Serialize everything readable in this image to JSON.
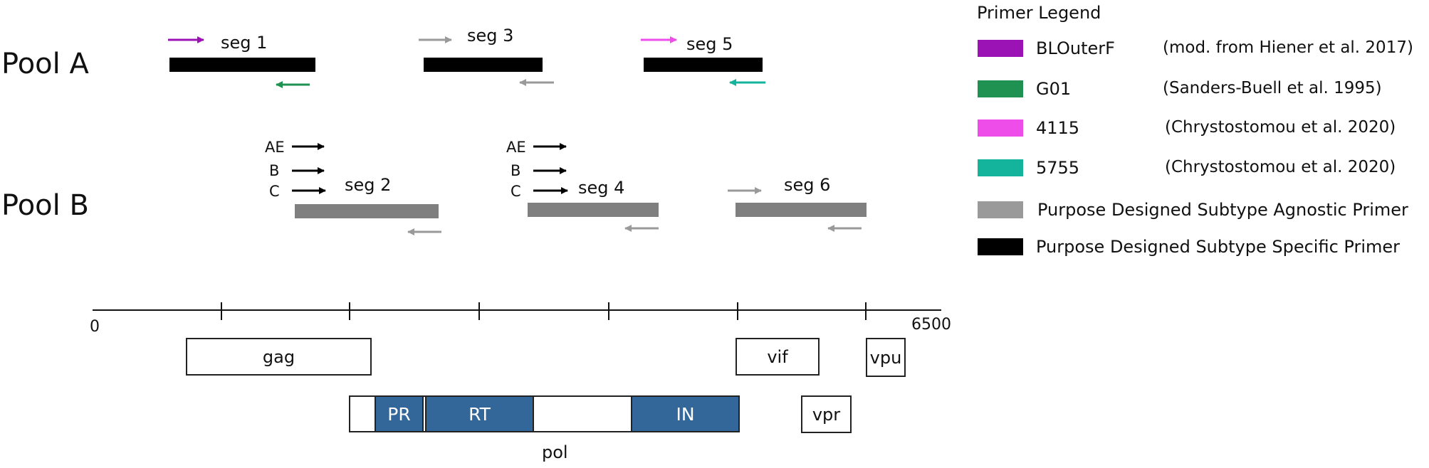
{
  "pools": {
    "a_label": "Pool A",
    "b_label": "Pool B"
  },
  "segments": {
    "seg1": "seg 1",
    "seg2": "seg 2",
    "seg3": "seg 3",
    "seg4": "seg 4",
    "seg5": "seg 5",
    "seg6": "seg 6"
  },
  "primer_names": {
    "ae": "AE",
    "b": "B",
    "c": "C"
  },
  "axis": {
    "start": "0",
    "end": "6500"
  },
  "genes": {
    "gag": "gag",
    "vif": "vif",
    "vpu": "vpu",
    "vpr": "vpr",
    "pol": "pol",
    "pr": "PR",
    "rt": "RT",
    "in": "IN"
  },
  "legend": {
    "title": "Primer Legend",
    "items": [
      {
        "label": "BLOuterF",
        "citation": "(mod. from Hiener et al. 2017)",
        "color": "#9b13b4"
      },
      {
        "label": "G01",
        "citation": "(Sanders-Buell et al. 1995)",
        "color": "#1f9150"
      },
      {
        "label": "4115",
        "citation": "(Chrystostomou et al. 2020)",
        "color": "#ee4dea"
      },
      {
        "label": "5755",
        "citation": "(Chrystostomou et al. 2020)",
        "color": "#14b39c"
      },
      {
        "label": "Purpose Designed Subtype Agnostic Primer",
        "citation": "",
        "color": "#9a9a9a"
      },
      {
        "label": "Purpose Designed Subtype Specific Primer",
        "citation": "",
        "color": "#000000"
      }
    ]
  },
  "colors": {
    "pool_a_bar": "#000000",
    "pool_b_bar": "#7f7f7f",
    "domain_fill": "#33679a"
  }
}
